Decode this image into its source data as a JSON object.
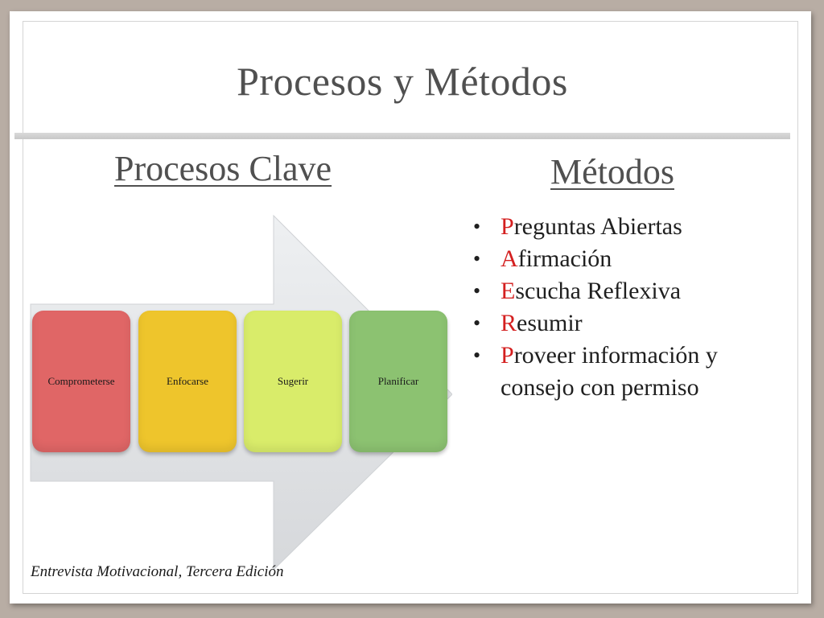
{
  "slide": {
    "title": "Procesos y Métodos",
    "left_heading": "Procesos Clave",
    "right_heading": "Métodos",
    "footer": "Entrevista Motivacional, Tercera Edición"
  },
  "processes": [
    {
      "label": "Comprometerse",
      "color": "#e06666"
    },
    {
      "label": "Enfocarse",
      "color": "#eec52c"
    },
    {
      "label": "Sugerir",
      "color": "#d9ec6a"
    },
    {
      "label": "Planificar",
      "color": "#8cc271"
    }
  ],
  "methods": [
    {
      "initial": "P",
      "rest": "reguntas Abiertas"
    },
    {
      "initial": "A",
      "rest": "firmación"
    },
    {
      "initial": "E",
      "rest": "scucha Reflexiva"
    },
    {
      "initial": "R",
      "rest": "esumir"
    },
    {
      "initial": "P",
      "rest": "roveer información y consejo con permiso"
    }
  ],
  "colors": {
    "initial_highlight": "#d42020",
    "arrow_fill": "#e4e6e8",
    "background": "#b8ada4"
  }
}
